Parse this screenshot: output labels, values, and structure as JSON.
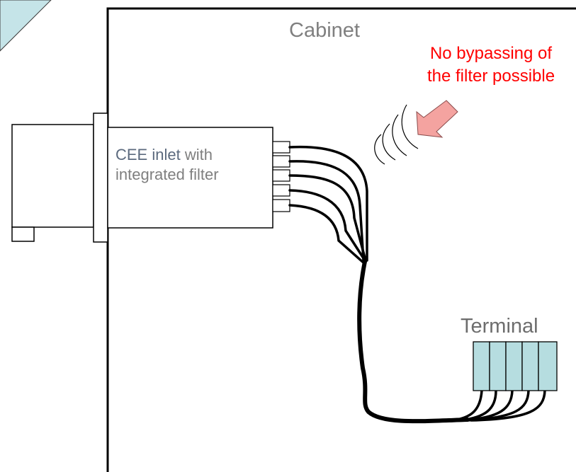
{
  "diagram": {
    "cabinet_label": "Cabinet",
    "warning_line1": "No bypassing of",
    "warning_line2": "the filter possible",
    "inlet_name": "CEE inlet",
    "inlet_with": " with",
    "inlet_line2": "integrated filter",
    "terminal_label": "Terminal",
    "colors": {
      "outline": "#000000",
      "label_gray": "#7f7f7f",
      "warning_red": "#ff0000",
      "arrow_fill": "#f4a3a0",
      "terminal_fill": "#b6dde0",
      "corner_fill": "#c5e4e8"
    },
    "icons": [
      "interference-waves-icon",
      "arrow-icon"
    ],
    "conductor_count": 5
  }
}
